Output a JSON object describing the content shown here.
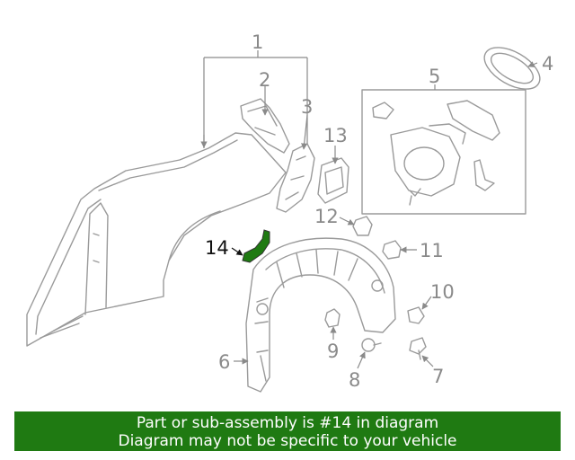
{
  "callouts": {
    "c1": "1",
    "c2": "2",
    "c3": "3",
    "c4": "4",
    "c5": "5",
    "c6": "6",
    "c7": "7",
    "c8": "8",
    "c9": "9",
    "c10": "10",
    "c11": "11",
    "c12": "12",
    "c13": "13",
    "c14": "14"
  },
  "highlighted_part": "14",
  "colors": {
    "highlight": "#1f7a12",
    "banner": "#1f7a12",
    "line": "#9a9a9a"
  },
  "banner": {
    "line1": "Part or sub-assembly is #14 in diagram",
    "line2": "Diagram may not be specific to your vehicle"
  }
}
